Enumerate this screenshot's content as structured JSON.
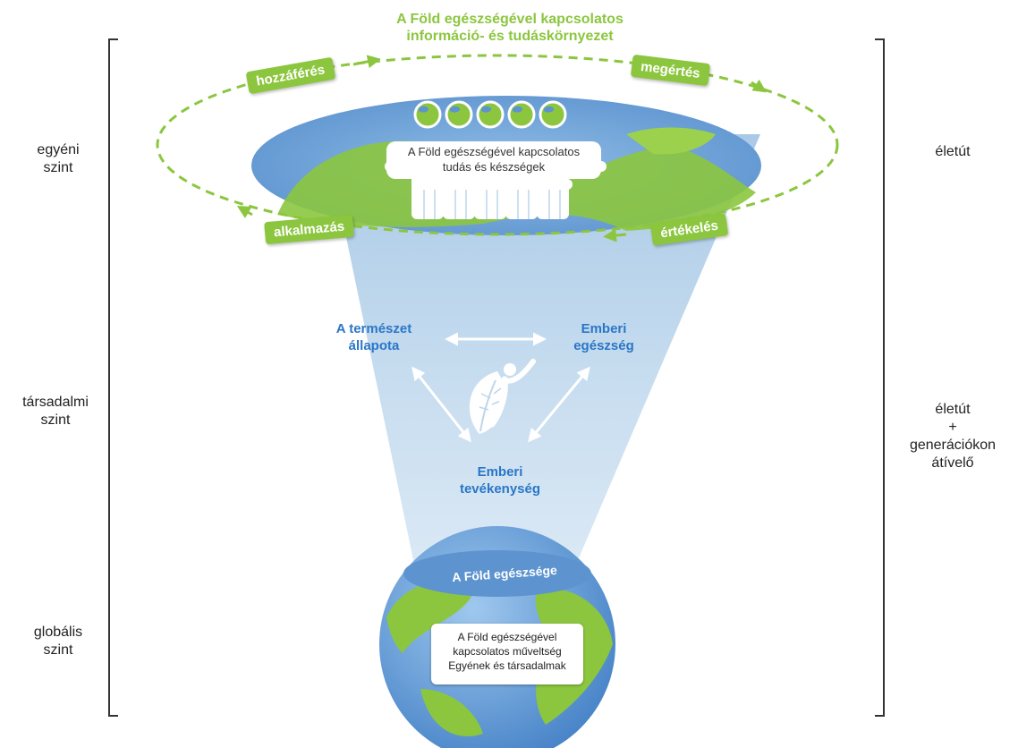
{
  "colors": {
    "accent_green": "#8cc63f",
    "label_blue": "#2a76c6",
    "cone_blue": "#bcd6ea",
    "ocean_blue": "#6fa3d8"
  },
  "top_title": {
    "line1": "A Föld egészségével kapcsolatos",
    "line2": "információ- és tudáskörnyezet"
  },
  "cycle_steps": {
    "access": "hozzáférés",
    "understanding": "megértés",
    "evaluation": "értékelés",
    "application": "alkalmazás"
  },
  "knowledge_box": {
    "line1": "A Föld egészségével kapcsolatos",
    "line2": "tudás és készségek"
  },
  "triangle": {
    "nature": {
      "line1": "A természet",
      "line2": "állapota"
    },
    "human_health": {
      "line1": "Emberi",
      "line2": "egészség"
    },
    "human_activity": {
      "line1": "Emberi",
      "line2": "tevékenység"
    }
  },
  "earth": {
    "health_label": "A Föld egészsége",
    "box": {
      "line1": "A Föld egészségével",
      "line2": "kapcsolatos műveltség",
      "line3": "Egyének és társadalmak"
    }
  },
  "left_levels": {
    "individual": {
      "line1": "egyéni",
      "line2": "szint"
    },
    "societal": {
      "line1": "társadalmi",
      "line2": "szint"
    },
    "global": {
      "line1": "globális",
      "line2": "szint"
    }
  },
  "right_scopes": {
    "lifecourse": "életút",
    "lifecourse_intergen": {
      "line1": "életút",
      "line2": "+",
      "line3": "generációkon",
      "line4": "átívelő"
    }
  },
  "icons": [
    "people-globe-heads-icon",
    "leaf-person-icon",
    "bidirectional-arrow-icon"
  ]
}
